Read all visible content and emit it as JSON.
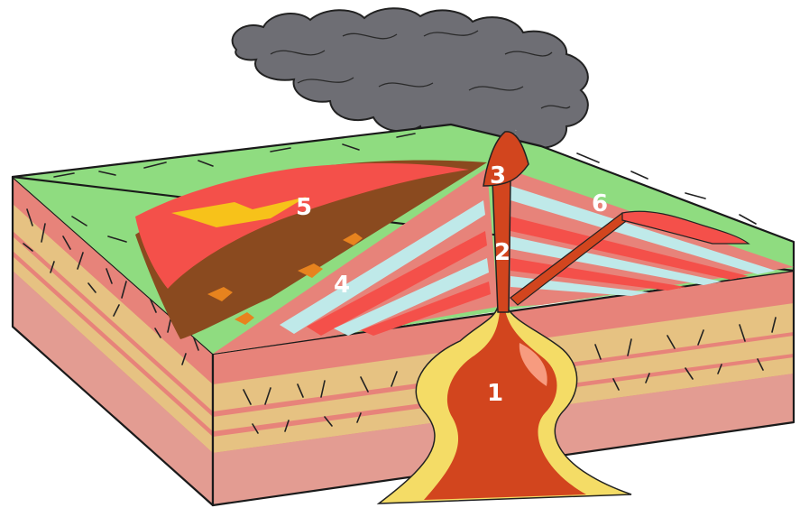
{
  "diagram": {
    "labels": [
      {
        "id": "magma-chamber",
        "text": "1"
      },
      {
        "id": "conduit",
        "text": "2"
      },
      {
        "id": "vent",
        "text": "3"
      },
      {
        "id": "lava-flow",
        "text": "4"
      },
      {
        "id": "lava-surface",
        "text": "5"
      },
      {
        "id": "side-vent",
        "text": "6"
      }
    ],
    "colors": {
      "ground": "#8fdc80",
      "rock_red": "#e7837a",
      "rock_tan": "#e6c282",
      "rock_pink": "#e39c92",
      "lava_dark": "#d2451e",
      "lava_bright": "#f4504a",
      "lava_light": "#f79b7f",
      "magma_yellow": "#f4dc66",
      "ash_cloud": "#6e6e74",
      "brown_flow": "#8a4a1f",
      "ash_layer": "#bfe9e9"
    }
  }
}
